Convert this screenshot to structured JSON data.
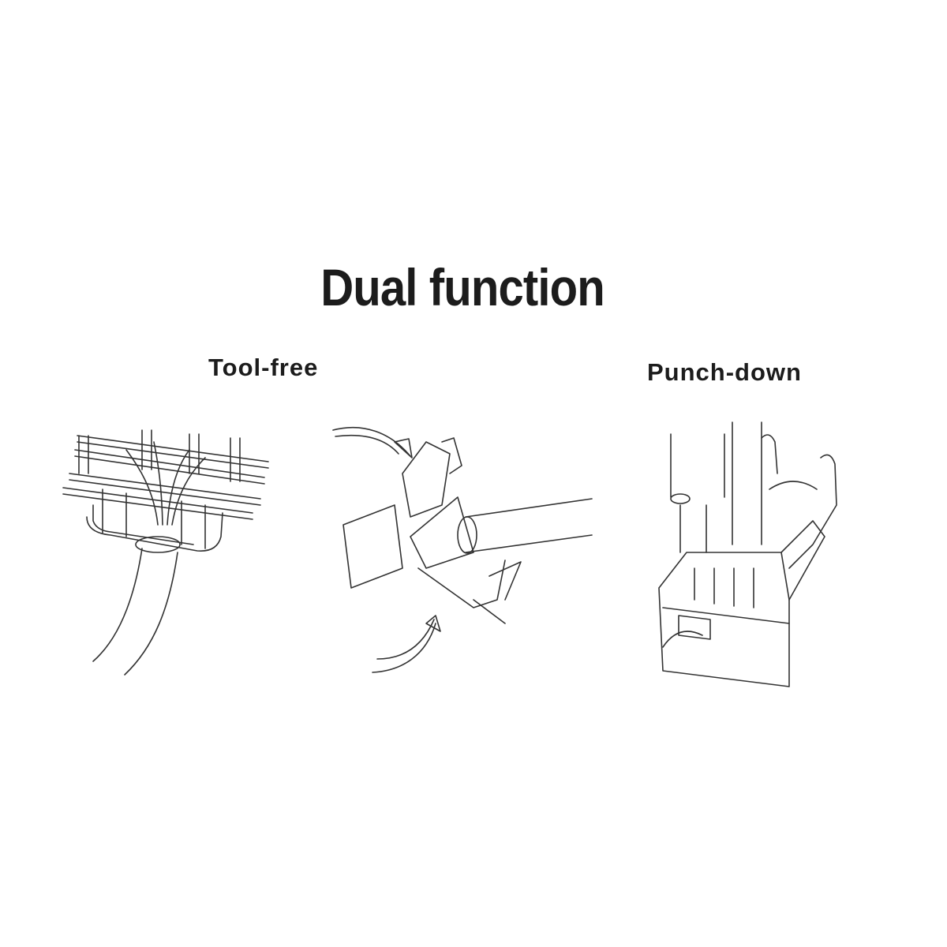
{
  "title": "Dual function",
  "sections": [
    {
      "label": "Tool-free",
      "illustrations": [
        "wire-lacing-block",
        "keystone-closing-with-arrows"
      ]
    },
    {
      "label": "Punch-down",
      "illustrations": [
        "punch-down-tool-on-keystone"
      ]
    }
  ],
  "colors": {
    "background": "#ffffff",
    "ink": "#1c1c1c"
  }
}
